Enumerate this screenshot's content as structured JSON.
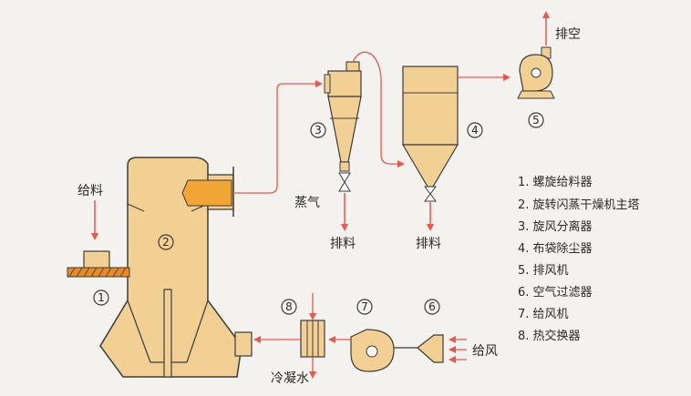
{
  "labels": {
    "feed": "给料",
    "exhaust": "排空",
    "steam": "蒸气",
    "discharge_cyclone": "排料",
    "discharge_bag": "排料",
    "air_in": "给风",
    "cooling_water": "冷凝水"
  },
  "numbers": [
    "1",
    "2",
    "3",
    "4",
    "5",
    "6",
    "7",
    "8"
  ],
  "legend": [
    "1. 螺旋给料器",
    "2. 旋转闪蒸干燥机主塔",
    "3. 旋风分离器",
    "4. 布袋除尘器",
    "5. 排风机",
    "6. 空气过滤器",
    "7. 给风机",
    "8. 热交换器"
  ],
  "colors": {
    "equipment_fill": "#f2cf93",
    "equipment_stroke": "#3c3c3c",
    "flow_line": "#e8584b",
    "screw_orange": "#e98a23",
    "outlet_orange": "#f1a534",
    "background": "#f4f2ef"
  }
}
